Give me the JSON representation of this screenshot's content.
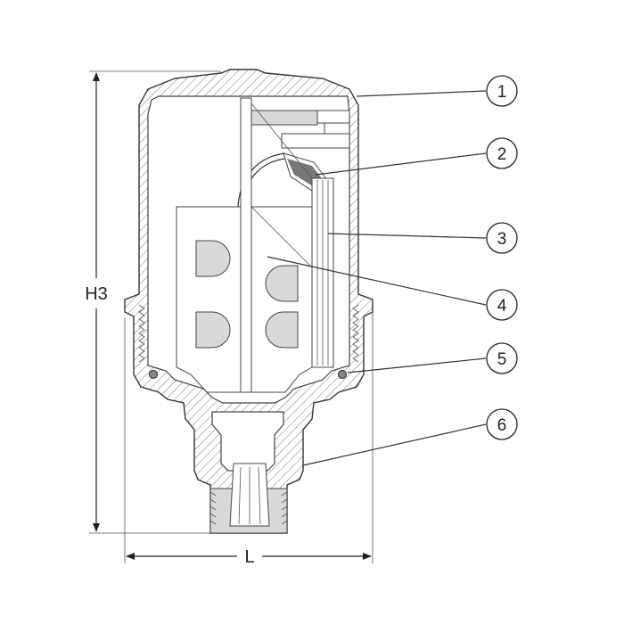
{
  "dimensions": {
    "height_label": "H3",
    "length_label": "L"
  },
  "callouts": [
    "1",
    "2",
    "3",
    "4",
    "5",
    "6"
  ],
  "colors": {
    "line": "#333333",
    "hatch_fill": "#d9d9d9",
    "background": "#ffffff"
  }
}
